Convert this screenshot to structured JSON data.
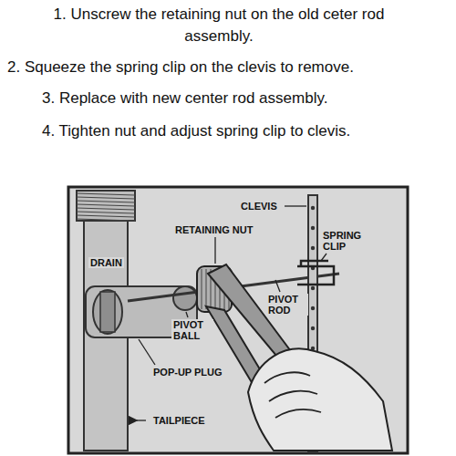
{
  "diagram": {
    "labels": [
      "1. Unscrew the retaining nut on the old ceter rod assembly.",
      "2. Squeeze the spring clip on the clevis to remove.",
      "3. Replace with new center rod assembly.",
      "4. Tighten nut and adjust spring clip to clevis.",
      "CLEVIS",
      "RETAINING NUT",
      "SPRING CLIP",
      "DRAIN",
      "PIVOT ROD",
      "PIVOT BALL",
      "POP-UP PLUG",
      "TAILPIECE"
    ]
  }
}
